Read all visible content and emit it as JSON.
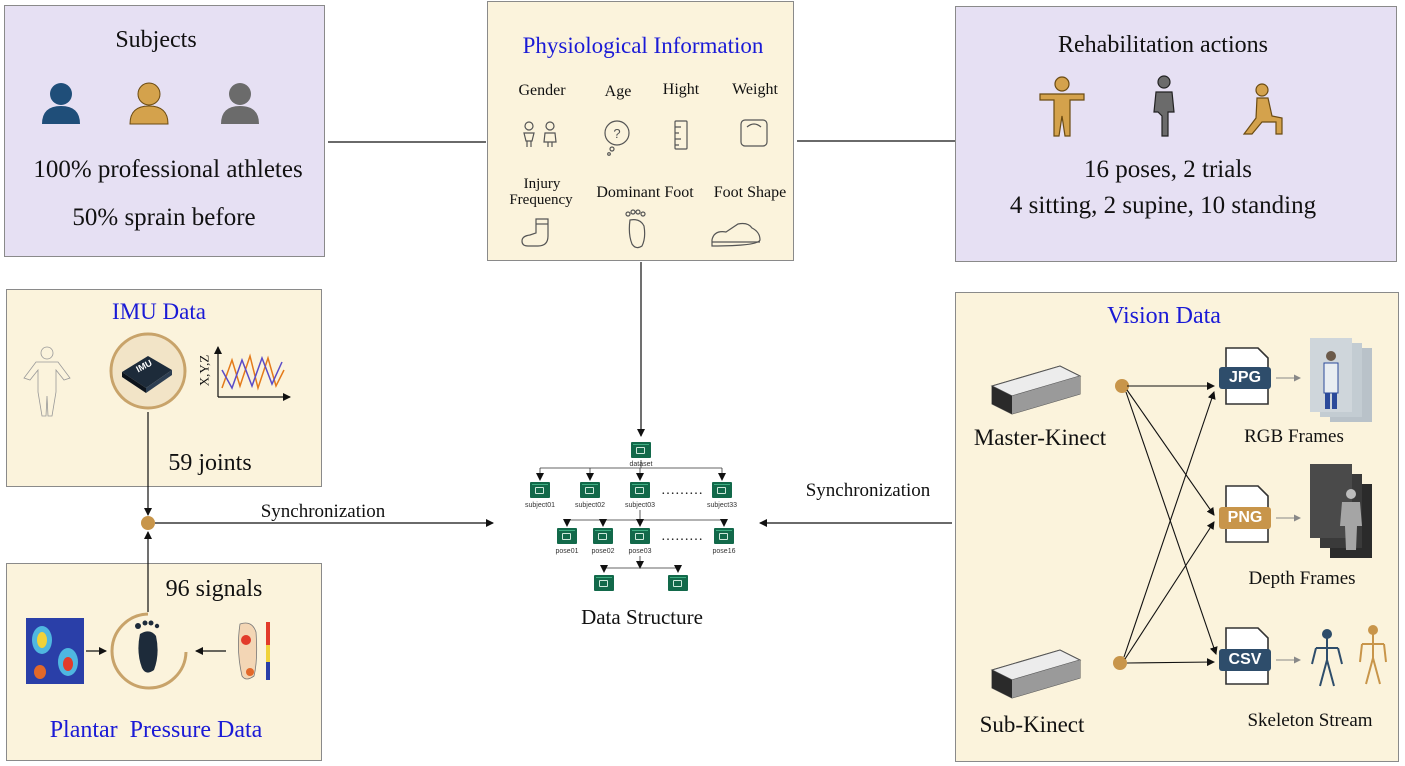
{
  "subjects": {
    "title": "Subjects",
    "line1": "100% professional athletes",
    "line2": "50% sprain before",
    "icons": [
      "person-navy-icon",
      "person-gold-icon",
      "person-gray-icon"
    ],
    "icon_colors": [
      "#1f4e79",
      "#d4a24c",
      "#6b6b6b"
    ]
  },
  "physio": {
    "title": "Physiological Information",
    "labels": [
      "Gender",
      "Age",
      "Hight",
      "Weight",
      "Injury",
      "Frequency",
      "Dominant Foot",
      "Foot Shape"
    ]
  },
  "rehab": {
    "title": "Rehabilitation actions",
    "line1": "16 poses, 2 trials",
    "line2": "4 sitting, 2 supine, 10 standing"
  },
  "imu": {
    "title": "IMU Data",
    "chip": "IMU",
    "axis": "X,Y,Z",
    "joints": "59 joints"
  },
  "plantar": {
    "title": "Plantar  Pressure Data",
    "signals": "96 signals"
  },
  "vision": {
    "title": "Vision Data",
    "master": "Master-Kinect",
    "sub": "Sub-Kinect",
    "formats": [
      "JPG",
      "PNG",
      "CSV"
    ],
    "outputs": [
      "RGB Frames",
      "Depth Frames",
      "Skeleton Stream"
    ]
  },
  "sync": {
    "left": "Synchronization",
    "right": "Synchronization"
  },
  "structure": {
    "caption": "Data Structure",
    "root": "dataset",
    "subjects": [
      "subject01",
      "subject02",
      "subject03",
      "subject33"
    ],
    "poses": [
      "pose01",
      "pose02",
      "pose03",
      "pose16"
    ],
    "dots": "………"
  },
  "colors": {
    "lavender": "#e6e0f3",
    "cream": "#fbf3dc",
    "title_blue": "#1a1ad6",
    "node_gold": "#c8954a",
    "folder_green": "#12694a"
  }
}
